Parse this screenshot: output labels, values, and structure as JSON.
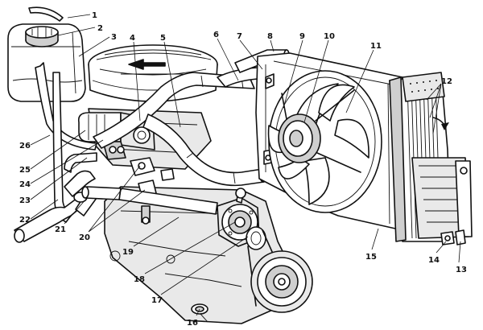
{
  "callouts": {
    "c1": "1",
    "c2": "2",
    "c3": "3",
    "c4": "4",
    "c5": "5",
    "c6": "6",
    "c7": "7",
    "c8": "8",
    "c9": "9",
    "c10": "10",
    "c11": "11",
    "c12": "12",
    "c13": "13",
    "c14": "14",
    "c15": "15",
    "c16": "16",
    "c17": "17",
    "c18": "18",
    "c19": "19",
    "c20": "20",
    "c21": "21",
    "c22": "22",
    "c23": "23",
    "c24": "24",
    "c25": "25",
    "c26": "26"
  },
  "icons": {
    "rotation_arrow": "curved-arrow-icon"
  }
}
